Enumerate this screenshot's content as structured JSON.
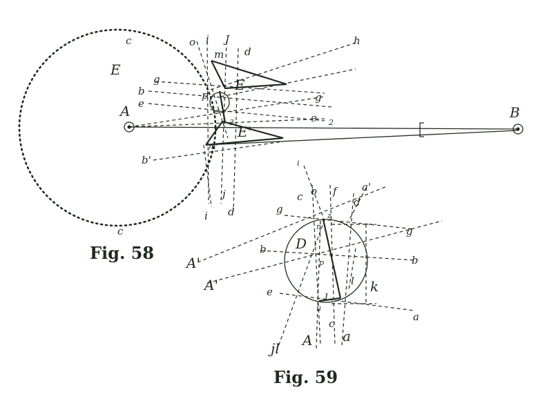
{
  "fig58": {
    "caption": "Fig. 58",
    "labels": {
      "A": "A",
      "B": "B",
      "E_big": "E",
      "E_small": "E",
      "E_prime": "E'",
      "c_top": "c",
      "c_bottom": "c",
      "o": "o",
      "i_top": "i",
      "j_top": "J",
      "d_top": "d",
      "h": "h",
      "m": "m",
      "g_left": "g",
      "g_right": "g",
      "b": "b",
      "e_left": "e",
      "e_right": "e",
      "p": "p",
      "num3": "3",
      "num2": "2",
      "m_prime": "m'",
      "b_prime": "b'",
      "i_bottom": "i",
      "j_bottom": "j",
      "d_bottom": "d"
    }
  },
  "fig59": {
    "caption": "Fig. 59",
    "labels": {
      "i_top": "i",
      "c_top": "c",
      "o": "o",
      "f": "f",
      "a_prime": "a'",
      "d": "d",
      "g_left": "g",
      "z": "z",
      "n": "n",
      "g_right": "g",
      "D": "D",
      "A_prime1": "A'",
      "b_left": "b",
      "b_right": "b",
      "p": "p",
      "A_prime2": "A'",
      "l_inner": "l",
      "k": "k",
      "e": "e",
      "l_bottom": "l",
      "u": "u",
      "a_right": "a",
      "c_bottom": "c",
      "jl": "jl",
      "A_bottom": "A",
      "a_bottom": "a"
    }
  }
}
